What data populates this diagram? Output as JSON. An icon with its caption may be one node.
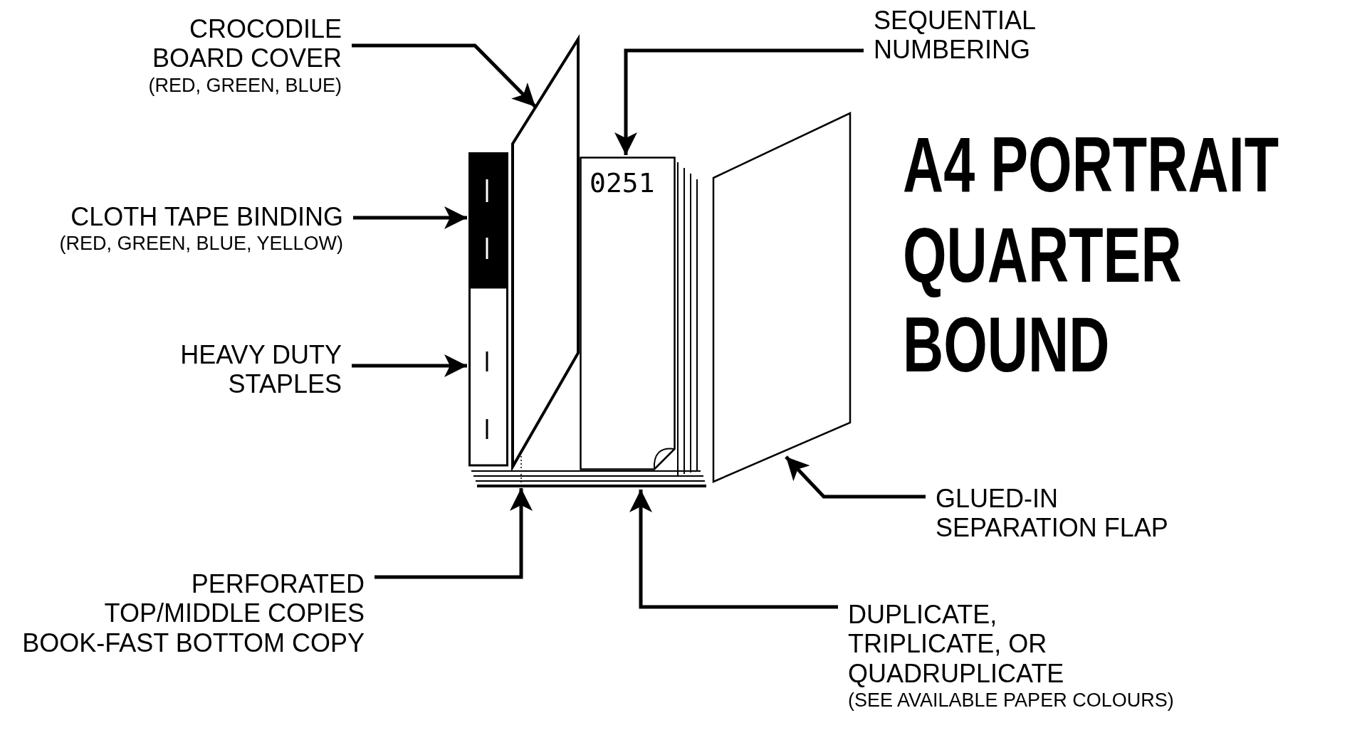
{
  "diagram": {
    "title": "A4 PORTRAIT QUARTER BOUND",
    "nodes": [
      {
        "text": [
          "CROCODILE BOARD COVER",
          "(RED, GREEN, BLUE)"
        ]
      },
      {
        "text": [
          "CLOTH TAPE BINDING",
          "(RED, GREEN, BLUE, YELLOW)"
        ]
      },
      {
        "text": [
          "HEAVY DUTY STAPLES"
        ]
      },
      {
        "text": [
          "PERFORATED TOP/MIDDLE COPIES",
          "BOOK-FAST BOTTOM COPY"
        ]
      },
      {
        "text": [
          "SEQUENTIAL NUMBERING"
        ]
      },
      {
        "text": [
          "GLUED-IN SEPARATION FLAP"
        ]
      },
      {
        "text": [
          "DUPLICATE, TRIPLICATE, OR QUADRUPLICATE",
          "(SEE AVAILABLE PAPER COLOURS)"
        ]
      },
      {
        "text": [],
        "shape": "box"
      },
      {
        "text": [],
        "shape": "bar"
      },
      {
        "text": [],
        "shape": "box"
      },
      {
        "text": [],
        "shape": "bar"
      },
      {
        "text": [
          "0251"
        ]
      },
      {
        "text": [],
        "shape": "box"
      },
      {
        "text": [],
        "shape": "box"
      }
    ],
    "edges": [
      {
        "from": 0,
        "to": 7,
        "arrow": "to"
      },
      {
        "from": 1,
        "to": 8,
        "arrow": "to"
      },
      {
        "from": 2,
        "to": 9,
        "arrow": "to"
      },
      {
        "from": 3,
        "to": 10,
        "arrow": "to"
      },
      {
        "from": 4,
        "to": 11,
        "arrow": "to"
      },
      {
        "from": 5,
        "to": 13,
        "arrow": "to"
      },
      {
        "from": 6,
        "to": 12,
        "arrow": "to"
      }
    ]
  }
}
